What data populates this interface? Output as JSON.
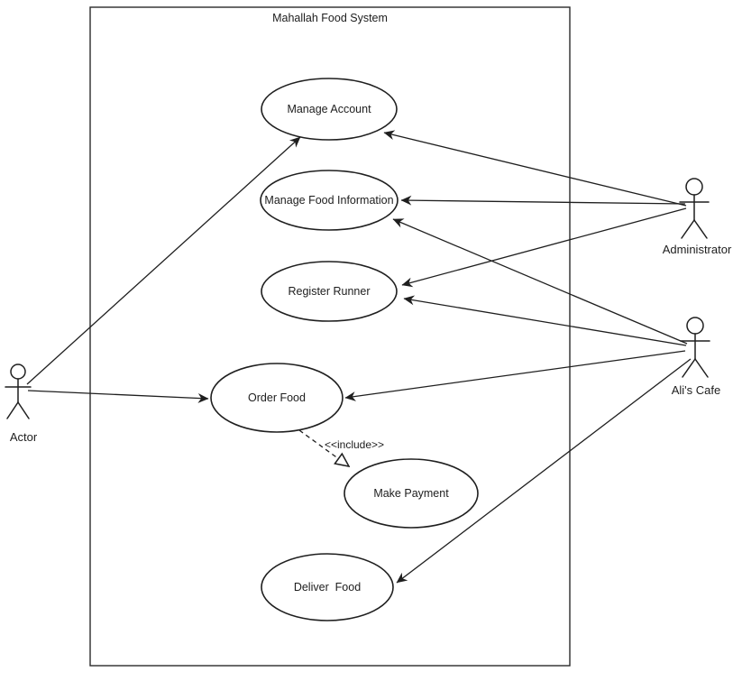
{
  "diagram": {
    "title": "Mahallah Food System",
    "use_cases": [
      {
        "id": "manage-account",
        "label": "Manage Account"
      },
      {
        "id": "manage-food-information",
        "label": "Manage Food Information"
      },
      {
        "id": "register-runner",
        "label": "Register Runner"
      },
      {
        "id": "order-food",
        "label": "Order Food"
      },
      {
        "id": "make-payment",
        "label": "Make Payment"
      },
      {
        "id": "deliver-food",
        "label": "Deliver  Food"
      }
    ],
    "actors": [
      {
        "id": "actor",
        "label": "Actor"
      },
      {
        "id": "administrator",
        "label": "Administrator"
      },
      {
        "id": "alis-cafe",
        "label": "Ali's Cafe"
      }
    ],
    "relationships": [
      {
        "from": "Actor",
        "to": "Manage Account",
        "type": "directed-association"
      },
      {
        "from": "Actor",
        "to": "Order Food",
        "type": "directed-association"
      },
      {
        "from": "Administrator",
        "to": "Manage Account",
        "type": "directed-association"
      },
      {
        "from": "Administrator",
        "to": "Manage Food Information",
        "type": "directed-association"
      },
      {
        "from": "Administrator",
        "to": "Register Runner",
        "type": "directed-association"
      },
      {
        "from": "Ali's Cafe",
        "to": "Manage Food Information",
        "type": "directed-association"
      },
      {
        "from": "Ali's Cafe",
        "to": "Register Runner",
        "type": "directed-association"
      },
      {
        "from": "Ali's Cafe",
        "to": "Order Food",
        "type": "directed-association"
      },
      {
        "from": "Ali's Cafe",
        "to": "Deliver Food",
        "type": "directed-association"
      },
      {
        "from": "Order Food",
        "to": "Make Payment",
        "type": "include",
        "label": "<<include>>"
      }
    ],
    "colors": {
      "stroke": "#1f1f1f",
      "background": "#ffffff"
    }
  }
}
